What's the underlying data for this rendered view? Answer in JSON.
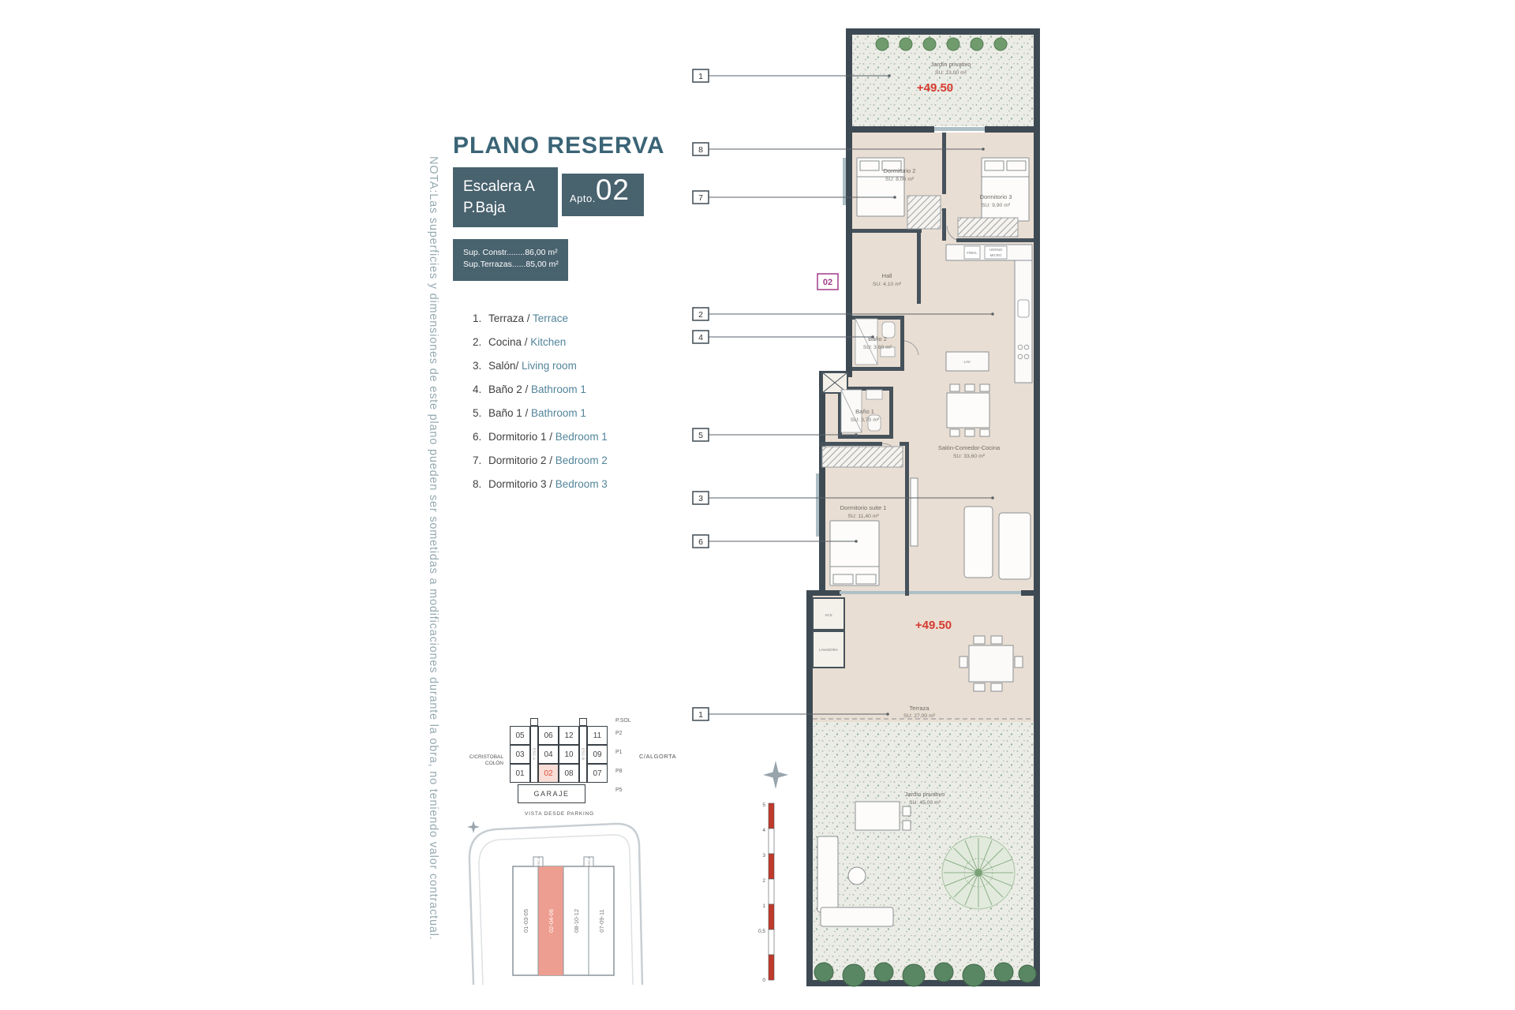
{
  "note": "NOTA:Las superficies y dimensiones de este plano pueden ser sometidas a modificaciones durante la obra, no teniendo valor contractual.",
  "title": "PLANO RESERVA",
  "info": {
    "escalera": "Escalera A",
    "planta": "P.Baja",
    "apto_label": "Apto.",
    "apto_num": "02",
    "sup_constr": "Sup. Constr........86,00 m²",
    "sup_terrazas": "Sup.Terrazas......85,00 m²"
  },
  "legend": {
    "items": [
      {
        "num": "1.",
        "es": "Terraza / ",
        "en": "Terrace"
      },
      {
        "num": "2.",
        "es": "Cocina / ",
        "en": "Kitchen"
      },
      {
        "num": "3.",
        "es": "Salón/ ",
        "en": "Living room"
      },
      {
        "num": "4.",
        "es": "Baño 2 / ",
        "en": "Bathroom 1"
      },
      {
        "num": "5.",
        "es": "Baño 1 / ",
        "en": "Bathroom 1"
      },
      {
        "num": "6.",
        "es": "Dormitorio 1 / ",
        "en": "Bedroom 1"
      },
      {
        "num": "7.",
        "es": "Dormitorio 2 / ",
        "en": "Bedroom 2"
      },
      {
        "num": "8.",
        "es": "Dormitorio 3 / ",
        "en": "Bedroom 3"
      }
    ]
  },
  "parking": {
    "rows": [
      [
        "05",
        "06",
        "12",
        "11"
      ],
      [
        "03",
        "04",
        "10",
        "09"
      ],
      [
        "01",
        "02",
        "08",
        "07"
      ]
    ],
    "garaje": "GARAJE",
    "vista": "VISTA DESDE PARKING",
    "street_left_1": "C/CRISTOBAL",
    "street_left_2": "COLÓN",
    "street_right": "C/ALGORTA",
    "side_labels": {
      "psol": "P.SOL",
      "p2": "P2",
      "p1": "P1",
      "p8": "P8",
      "p5": "P5"
    },
    "esc_a": "ESC-A",
    "esc_b": "ESC-B"
  },
  "siteplan": {
    "strips": [
      "01-03-05",
      "02-04-06",
      "08-10-12",
      "07-09-11"
    ],
    "esc_a": "ESC-A",
    "esc_b": "ESC-B"
  },
  "plan": {
    "badge": "02",
    "levels": {
      "top": "+49.50",
      "terrace": "+49.50"
    },
    "rooms": {
      "jardin_top": {
        "name": "Jardín privativo",
        "area": "SU: 13,00 m²"
      },
      "dorm2": {
        "name": "Dormitorio 2",
        "area": "SU: 8,00 m²"
      },
      "dorm3": {
        "name": "Dormitorio 3",
        "area": "SU: 9,90 m²"
      },
      "hall": {
        "name": "Hall",
        "area": "SU: 4,10 m²"
      },
      "bano2": {
        "name": "Baño 2",
        "area": "SU: 3,60 m²"
      },
      "bano1": {
        "name": "Baño 1",
        "area": "SU: 3,70 m²"
      },
      "salon": {
        "name": "Salón-Comedor-Cocina",
        "area": "SU: 33,60 m²"
      },
      "suite": {
        "name": "Dormitorio suite 1",
        "area": "SU: 11,40 m²"
      },
      "terraza": {
        "name": "Terraza",
        "area": "SU: 27,00 m²"
      },
      "jardin_bottom": {
        "name": "Jardín privativo",
        "area": "SU: 45,00 m²"
      }
    },
    "fixtures": {
      "freg": "FREG.",
      "horno_1": "HORNO",
      "horno_2": "MICRO",
      "lav": "LAV.",
      "acs": "ACS",
      "lavadora": "LAVADORA"
    },
    "scale_labels": [
      "5",
      "4",
      "3",
      "2",
      "1",
      "0,5",
      "0"
    ]
  },
  "callouts": [
    "1",
    "8",
    "7",
    "2",
    "4",
    "5",
    "3",
    "6",
    "1"
  ],
  "colors": {
    "teal": "#3a6476",
    "dark_panel": "#48626e",
    "red_level": "#d63a2f",
    "magenta_badge": "#a23b8c",
    "highlight_cell": "#e2503c"
  }
}
